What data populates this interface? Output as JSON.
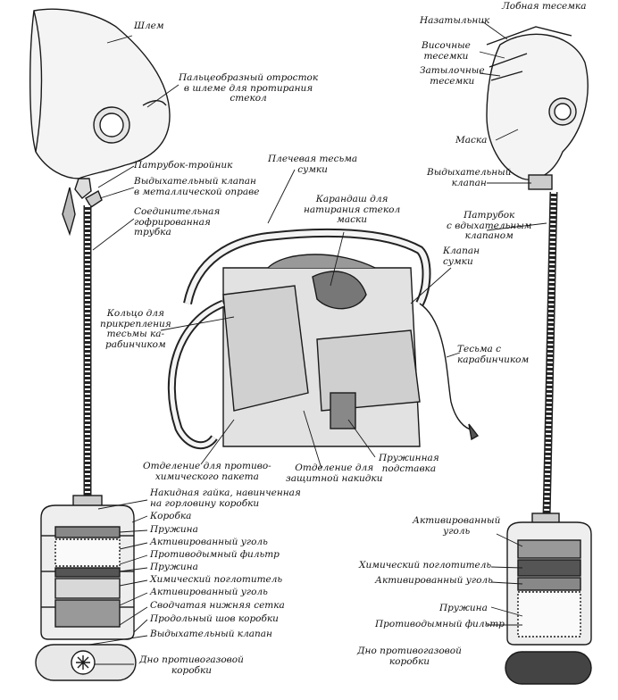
{
  "labels": {
    "helmet": "Шлем",
    "finger_process": "Пальцеобразный отросток\nв шлеме для протирания\nстекол",
    "tee_nozzle": "Патрубок-тройник",
    "exhale_valve_metal": "Выдыхательный клапан\nв металлической оправе",
    "corrugated_tube": "Соединительная\nгофрированная\nтрубка",
    "shoulder_strap": "Плечевая тесьма\nсумки",
    "pencil": "Карандаш для\nнатирания стекол\nмаски",
    "bag_flap": "Клапан\nсумки",
    "ring": "Кольцо для\nприкрепления\nтесьмы ка-\nрабинчиком",
    "carabiner_strap": "Тесьма с\nкарабинчиком",
    "antichem_compartment": "Отделение для противо-\nхимического пакета",
    "cape_compartment": "Отделение для\nзащитной накидки",
    "spring_stand": "Пружинная\nподставка",
    "nape_strap": "Назатыльник",
    "forehead_strap": "Лобная тесемка",
    "temple_straps": "Височные\nтесемки",
    "occipital_straps": "Затылочные\nтесемки",
    "mask": "Маска",
    "exhale_valve": "Выдыхательный\nклапан",
    "nozzle_inhale": "Патрубок\nс вдыхательным\nклапаном",
    "left_box_parts": [
      "Накидная гайка, навинченная\nна горловину коробки",
      "Коробка",
      "Пружина",
      "Активированный уголь",
      "Противодымный фильтр",
      "Пружина",
      "Химический поглотитель",
      "Активированный уголь",
      "Сводчатая нижняя сетка",
      "Продольный шов коробки"
    ],
    "bottom_exhale_valve": "Выдыхательный клапан",
    "left_box_bottom": "Дно противогазовой\nкоробки",
    "right_activated_carbon_top": "Активированный\nуголь",
    "right_chem_absorber": "Химический поглотитель",
    "right_activated_carbon": "Активированный уголь",
    "right_spring": "Пружина",
    "right_smoke_filter": "Противодымный фильтр",
    "right_box_bottom": "Дно противогазовой\nкоробки"
  }
}
